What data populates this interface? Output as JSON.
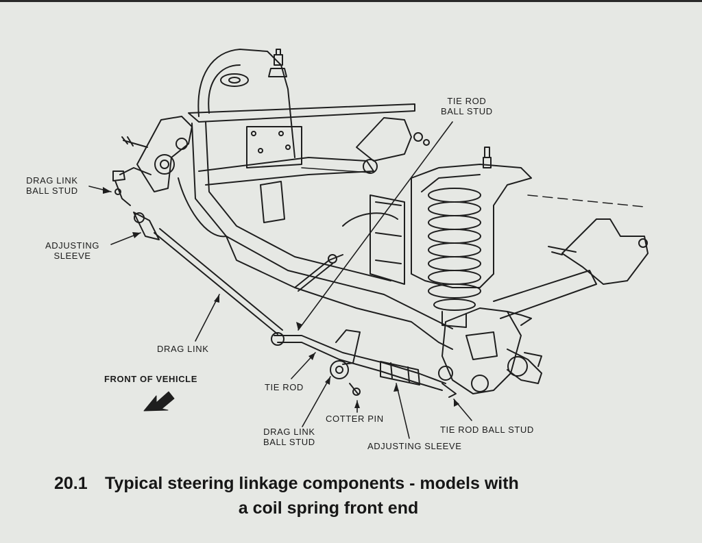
{
  "labels": {
    "tie_rod_ball_stud_top": [
      "TIE ROD",
      "BALL STUD"
    ],
    "drag_link_ball_stud_left": [
      "DRAG LINK",
      "BALL STUD"
    ],
    "adjusting_sleeve_left": [
      "ADJUSTING",
      "SLEEVE"
    ],
    "drag_link": "DRAG LINK",
    "front_of_vehicle": "FRONT OF VEHICLE",
    "tie_rod": "TIE ROD",
    "cotter_pin": "COTTER PIN",
    "drag_link_ball_stud_bottom": [
      "DRAG LINK",
      "BALL STUD"
    ],
    "adjusting_sleeve_bottom": "ADJUSTING SLEEVE",
    "tie_rod_ball_stud_bottom": "TIE ROD BALL STUD"
  },
  "caption": {
    "number": "20.1",
    "line1": "Typical steering linkage components - models with",
    "line2": "a coil spring front end"
  },
  "colors": {
    "background": "#e6e8e4",
    "ink": "#1b1b1b"
  }
}
